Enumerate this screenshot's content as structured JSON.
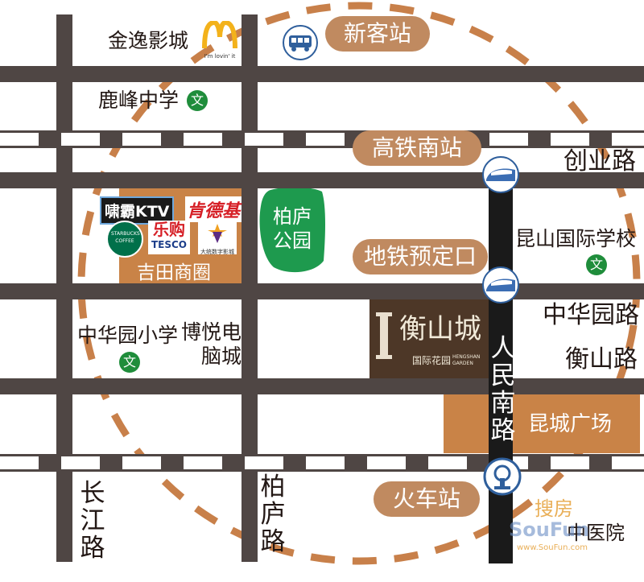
{
  "colors": {
    "road": "#4f4644",
    "block": "#c98347",
    "pill": "#c08a60",
    "park": "#1e9a4e",
    "metro": "#1a1a1a",
    "route_circle": "#c8804a",
    "school_badge": "#1f8d3b",
    "project_bg": "#4d3727"
  },
  "bus_station": "新客站",
  "hsr_station": "高铁南站",
  "metro_station": "地铁预定口",
  "train_station": "火车站",
  "roads": {
    "chuangye": "创业路",
    "zhonghuayuan": "中华园路",
    "hengshan": "衡山路",
    "renmin_south": "人民南路",
    "changjiang": "长江路",
    "bailu": "柏庐路"
  },
  "places": {
    "cinema": "金逸影城",
    "lufeng_school": "鹿峰中学",
    "kunshan_intl_school": "昆山国际学校",
    "zhonghuayuan_school": "中华园小学",
    "boyue": "博悦电脑城",
    "park": "柏庐公园",
    "jitian": "吉田商圈",
    "kuncheng": "昆城广场",
    "hospital": "中医院"
  },
  "school_badge": "文",
  "brands": {
    "mcdonalds": "I'm lovin' it",
    "ktv": "啸霸KTV",
    "kfc": "肯德基",
    "starbucks": "STARBUCKS COFFEE",
    "legou": "乐购",
    "tesco": "TESCO",
    "digital": "大统数字影城"
  },
  "project": {
    "name": "衡山城",
    "subtitle": "国际花园",
    "english": "HENGSHAN GARDEN"
  },
  "watermark": {
    "cn": "搜房",
    "brand": "SouFun",
    "url": "www.SouFun.com"
  }
}
